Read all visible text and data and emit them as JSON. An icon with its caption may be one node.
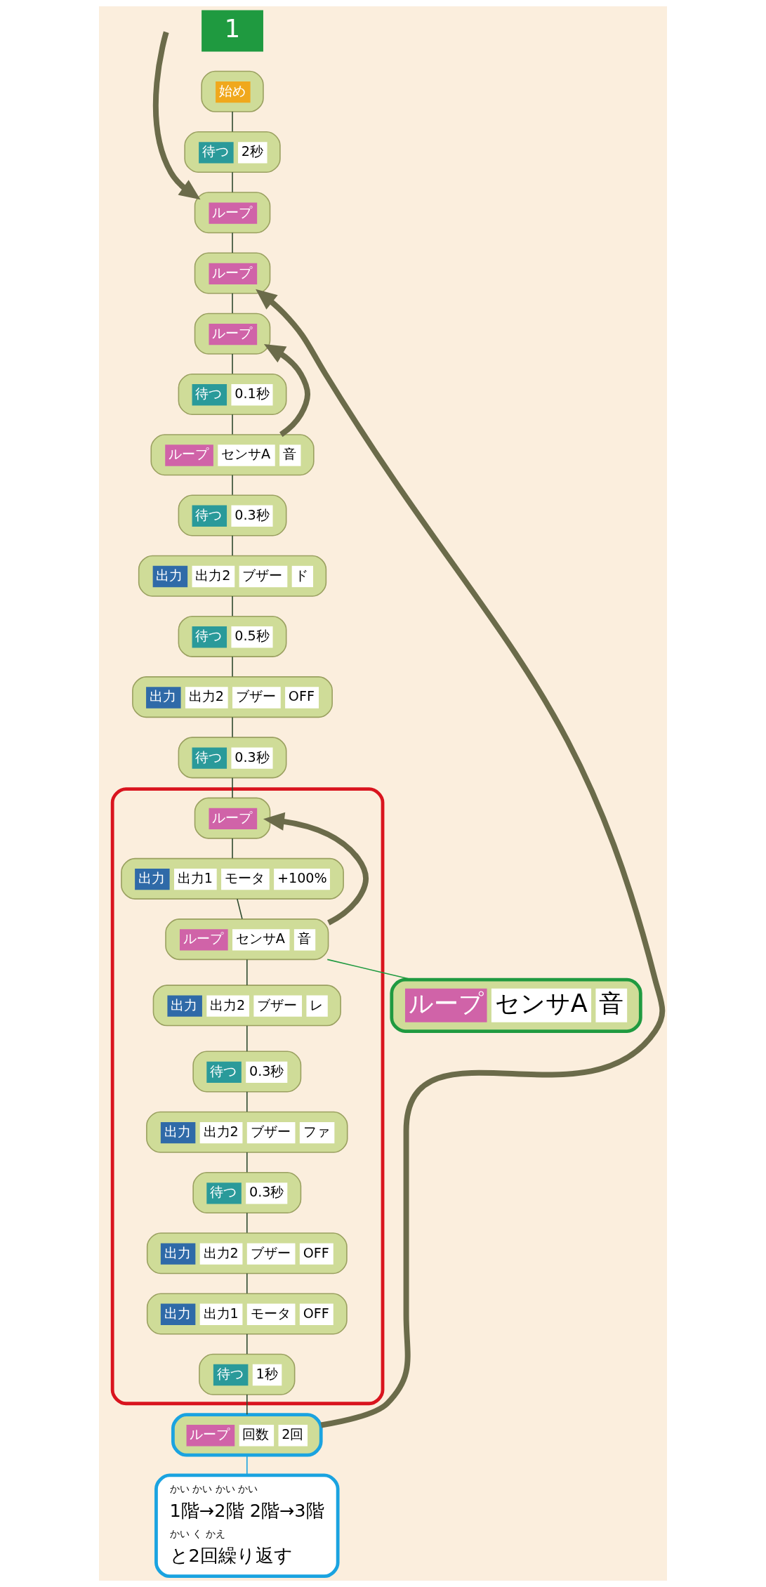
{
  "diagram": {
    "nodes": [
      {
        "text": [
          "始め"
        ]
      },
      {
        "text": [
          "待つ",
          "2秒"
        ]
      },
      {
        "text": [
          "ループ"
        ]
      },
      {
        "text": [
          "ループ"
        ]
      },
      {
        "text": [
          "ループ"
        ]
      },
      {
        "text": [
          "待つ",
          "0.1秒"
        ]
      },
      {
        "text": [
          "ループ",
          "センサA",
          "音"
        ]
      },
      {
        "text": [
          "待つ",
          "0.3秒"
        ]
      },
      {
        "text": [
          "出力",
          "出力2",
          "ブザー",
          "ド"
        ]
      },
      {
        "text": [
          "待つ",
          "0.5秒"
        ]
      },
      {
        "text": [
          "出力",
          "出力2",
          "ブザー",
          "OFF"
        ]
      },
      {
        "text": [
          "待つ",
          "0.3秒"
        ]
      },
      {
        "text": [],
        "shape": "box"
      },
      {
        "text": [
          "ループ"
        ],
        "in": 12
      },
      {
        "text": [
          "出力",
          "出力1",
          "モータ",
          "+100%"
        ],
        "in": 12
      },
      {
        "text": [
          "ループ",
          "センサA",
          "音"
        ],
        "in": 12
      },
      {
        "text": [
          "出力",
          "出力2",
          "ブザー",
          "レ"
        ],
        "in": 12
      },
      {
        "text": [
          "待つ",
          "0.3秒"
        ],
        "in": 12
      },
      {
        "text": [
          "出力",
          "出力2",
          "ブザー",
          "ファ"
        ],
        "in": 12
      },
      {
        "text": [
          "待つ",
          "0.3秒"
        ],
        "in": 12
      },
      {
        "text": [
          "出力",
          "出力2",
          "ブザー",
          "OFF"
        ],
        "in": 12
      },
      {
        "text": [
          "出力",
          "出力1",
          "モータ",
          "OFF"
        ],
        "in": 12
      },
      {
        "text": [
          "待つ",
          "1秒"
        ],
        "in": 12
      },
      {
        "text": [
          "ループ",
          "センサA",
          "音"
        ]
      },
      {
        "text": [
          "ループ",
          "回数",
          "2回"
        ]
      },
      {
        "text": [
          "かい かい かい かい",
          "1階→2階 2階→3階",
          "かい く かえ",
          "と2回繰り返す"
        ]
      }
    ],
    "edges": [
      {
        "from": 0,
        "to": 1,
        "arrow": "none"
      },
      {
        "from": 1,
        "to": 2,
        "arrow": "none"
      },
      {
        "from": 2,
        "to": 3,
        "arrow": "none"
      },
      {
        "from": 3,
        "to": 4,
        "arrow": "none"
      },
      {
        "from": 4,
        "to": 5,
        "arrow": "none"
      },
      {
        "from": 5,
        "to": 6,
        "arrow": "none"
      },
      {
        "from": 6,
        "to": 7,
        "arrow": "none"
      },
      {
        "from": 7,
        "to": 8,
        "arrow": "none"
      },
      {
        "from": 8,
        "to": 9,
        "arrow": "none"
      },
      {
        "from": 9,
        "to": 10,
        "arrow": "none"
      },
      {
        "from": 10,
        "to": 11,
        "arrow": "none"
      },
      {
        "from": 11,
        "to": 13,
        "arrow": "none"
      },
      {
        "from": 13,
        "to": 14,
        "arrow": "none"
      },
      {
        "from": 14,
        "to": 15,
        "arrow": "none"
      },
      {
        "from": 15,
        "to": 16,
        "arrow": "none"
      },
      {
        "from": 16,
        "to": 17,
        "arrow": "none"
      },
      {
        "from": 17,
        "to": 18,
        "arrow": "none"
      },
      {
        "from": 18,
        "to": 19,
        "arrow": "none"
      },
      {
        "from": 19,
        "to": 20,
        "arrow": "none"
      },
      {
        "from": 20,
        "to": 21,
        "arrow": "none"
      },
      {
        "from": 21,
        "to": 22,
        "arrow": "none"
      },
      {
        "from": 22,
        "to": 24,
        "arrow": "none"
      },
      {
        "from": 6,
        "to": 4,
        "arrow": "to",
        "style": "thick",
        "color": "#6b6b4a"
      },
      {
        "from": 15,
        "to": 13,
        "arrow": "to",
        "style": "thick",
        "color": "#6b6b4a"
      },
      {
        "from": 24,
        "to": 3,
        "arrow": "to",
        "style": "thick",
        "color": "#6b6b4a"
      },
      {
        "from": null,
        "to": 2,
        "arrow": "to",
        "style": "thick",
        "color": "#6b6b4a"
      },
      {
        "from": 15,
        "to": 23,
        "arrow": "none",
        "color": "#1f9a40"
      },
      {
        "from": 24,
        "to": 25,
        "arrow": "none",
        "color": "#1aa3e0"
      }
    ],
    "labels": [
      "1"
    ]
  }
}
